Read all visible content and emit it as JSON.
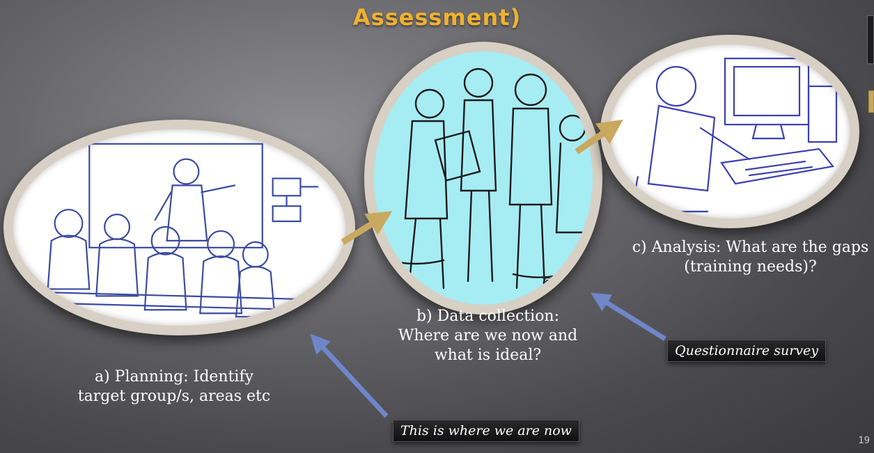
{
  "slide": {
    "title": "Assessment)",
    "page_number": "19"
  },
  "steps": [
    {
      "caption": "a) Planning: Identify target group/s, areas etc",
      "image": "meeting-illustration"
    },
    {
      "caption": "b) Data collection: Where are we now and what is ideal?",
      "image": "survey-illustration",
      "copyright": "©"
    },
    {
      "caption": "c) Analysis: What are the gaps (training needs)?",
      "image": "computer-analysis-illustration"
    }
  ],
  "tags": {
    "current": "This is where we are now",
    "method": "Questionnaire survey"
  },
  "colors": {
    "title": "#f0b030",
    "pointer_arrow": "#6f86c9",
    "connector_arrow": "#c9a860",
    "survey_background": "#a6ecf3"
  }
}
